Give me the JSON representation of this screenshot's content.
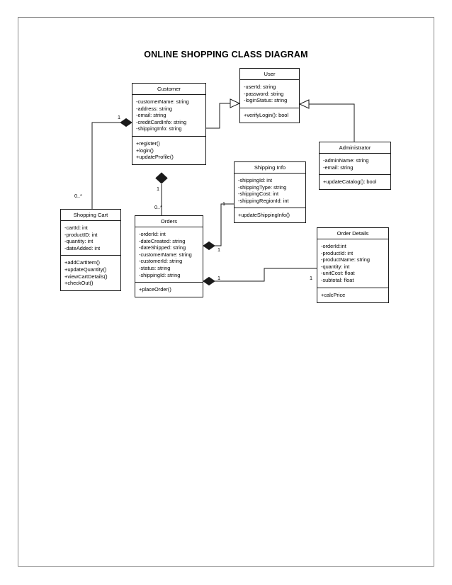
{
  "page": {
    "title": "ONLINE SHOPPING CLASS DIAGRAM",
    "border_color": "#8a8a8a",
    "line_color": "#1a1a1a",
    "background": "#ffffff"
  },
  "diagram": {
    "type": "uml-class-diagram",
    "classes": [
      {
        "id": "customer",
        "name": "Customer",
        "attributes": [
          "-customerName: string",
          "-address: string",
          "-email: string",
          "-creditCardInfo: string",
          "-shippingInfo: string"
        ],
        "operations": [
          "+register()",
          "+login()",
          "+updateProfile()"
        ]
      },
      {
        "id": "user",
        "name": "User",
        "attributes": [
          "-userId: string",
          "-password: string",
          "-loginStatus: string"
        ],
        "operations": [
          "+verifyLogin(): bool"
        ]
      },
      {
        "id": "administrator",
        "name": "Administrator",
        "attributes": [
          "-adminName: string",
          "-email: string"
        ],
        "operations": [
          "+updateCatalog(): bool"
        ]
      },
      {
        "id": "shopping-cart",
        "name": "Shopping Cart",
        "attributes": [
          "-cartId: int",
          "-productID: int",
          "-quantity: int",
          "-dateAdded: int"
        ],
        "operations": [
          "+addCartItem()",
          "+updateQuantity()",
          "+viewCartDetails()",
          "+checkOut()"
        ]
      },
      {
        "id": "orders",
        "name": "Orders",
        "attributes": [
          "-orderId: int",
          "-dateCreated: string",
          "-dateShipped: string",
          "-customerName: string",
          "-customerId: string",
          "-status: string",
          "-shippingId: string"
        ],
        "operations": [
          "+placeOrder()"
        ]
      },
      {
        "id": "shipping-info",
        "name": "Shipping Info",
        "attributes": [
          "-shippingId: int",
          "-shippingType: string",
          "-shippingCost: int",
          "-shippingRegionId: int"
        ],
        "operations": [
          "+updateShippingInfo()"
        ]
      },
      {
        "id": "order-details",
        "name": "Order Details",
        "attributes": [
          "-orderId:int",
          "-productId: int",
          "-productName: string",
          "-quantity: int",
          "-unitCost: float",
          "-subtotal: float"
        ],
        "operations": [
          "+calcPrice"
        ]
      }
    ],
    "relationships": [
      {
        "id": "customer-user",
        "kind": "generalization",
        "from": "customer",
        "to": "user",
        "source_multiplicity": "",
        "target_multiplicity": ""
      },
      {
        "id": "administrator-user",
        "kind": "generalization",
        "from": "administrator",
        "to": "user",
        "source_multiplicity": "",
        "target_multiplicity": ""
      },
      {
        "id": "customer-shoppingcart",
        "kind": "composition",
        "from": "customer",
        "to": "shopping-cart",
        "source_multiplicity": "1",
        "target_multiplicity": "0..*"
      },
      {
        "id": "customer-orders",
        "kind": "composition",
        "from": "customer",
        "to": "orders",
        "source_multiplicity": "1",
        "target_multiplicity": "0..*"
      },
      {
        "id": "orders-shippinginfo",
        "kind": "composition",
        "from": "orders",
        "to": "shipping-info",
        "source_multiplicity": "1",
        "target_multiplicity": "1"
      },
      {
        "id": "orders-orderdetails",
        "kind": "composition",
        "from": "orders",
        "to": "order-details",
        "source_multiplicity": "1",
        "target_multiplicity": "1"
      }
    ]
  }
}
